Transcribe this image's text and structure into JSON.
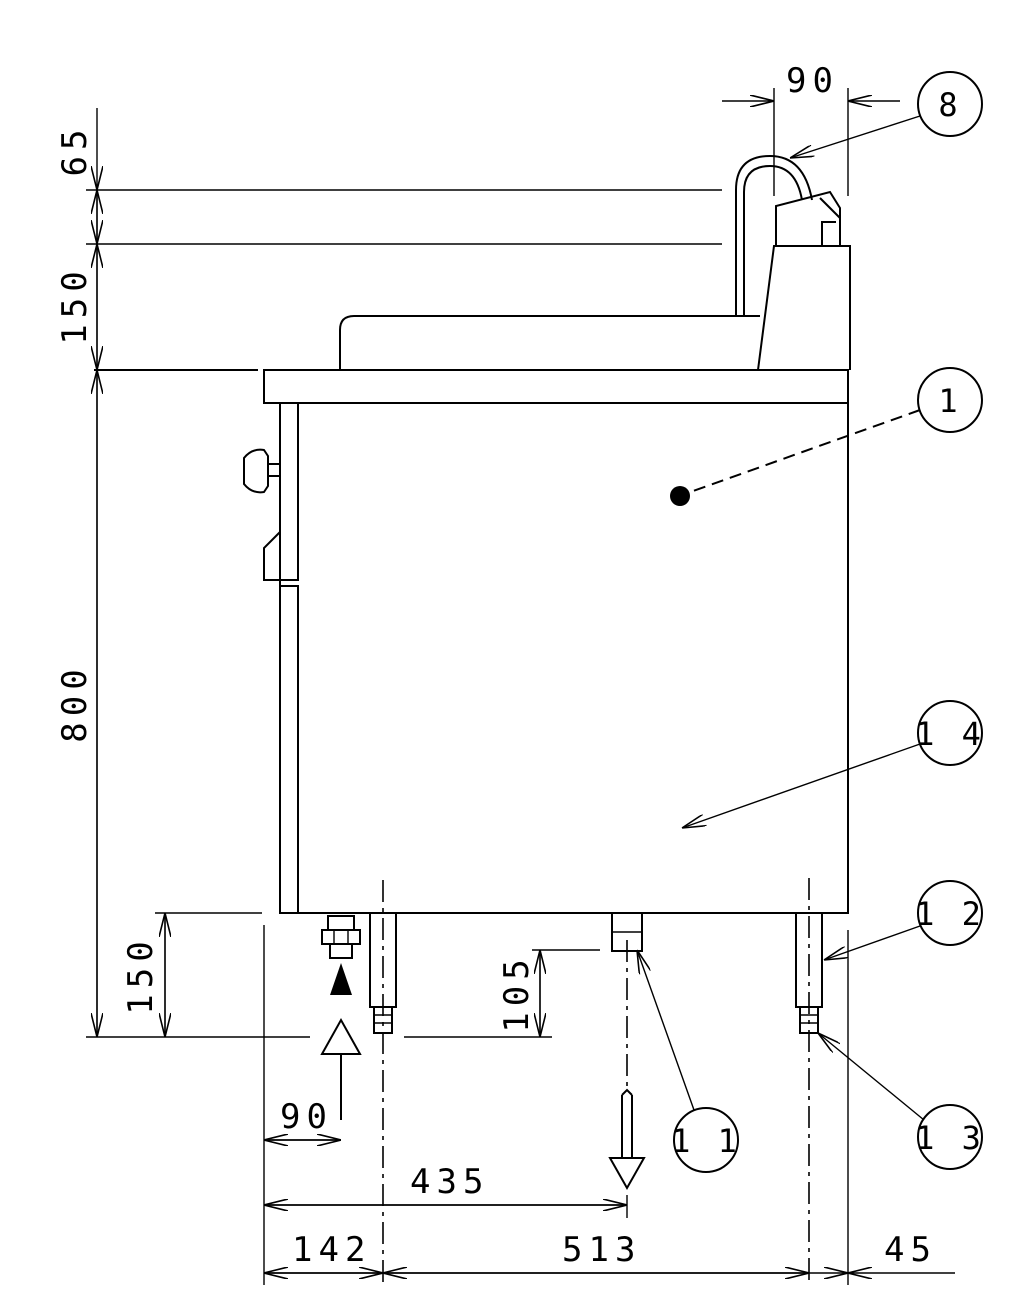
{
  "dimensions": {
    "top_width": "90",
    "height_65": "65",
    "height_150_upper": "150",
    "height_800": "800",
    "height_150_lower": "150",
    "height_105": "105",
    "inlet_offset_90": "90",
    "drain_435": "435",
    "bottom_142": "142",
    "bottom_513": "513",
    "bottom_45": "45"
  },
  "balloons": {
    "b1": "1",
    "b8": "8",
    "b11": "1 1",
    "b12": "1 2",
    "b13": "1 3",
    "b14": "1 4"
  }
}
